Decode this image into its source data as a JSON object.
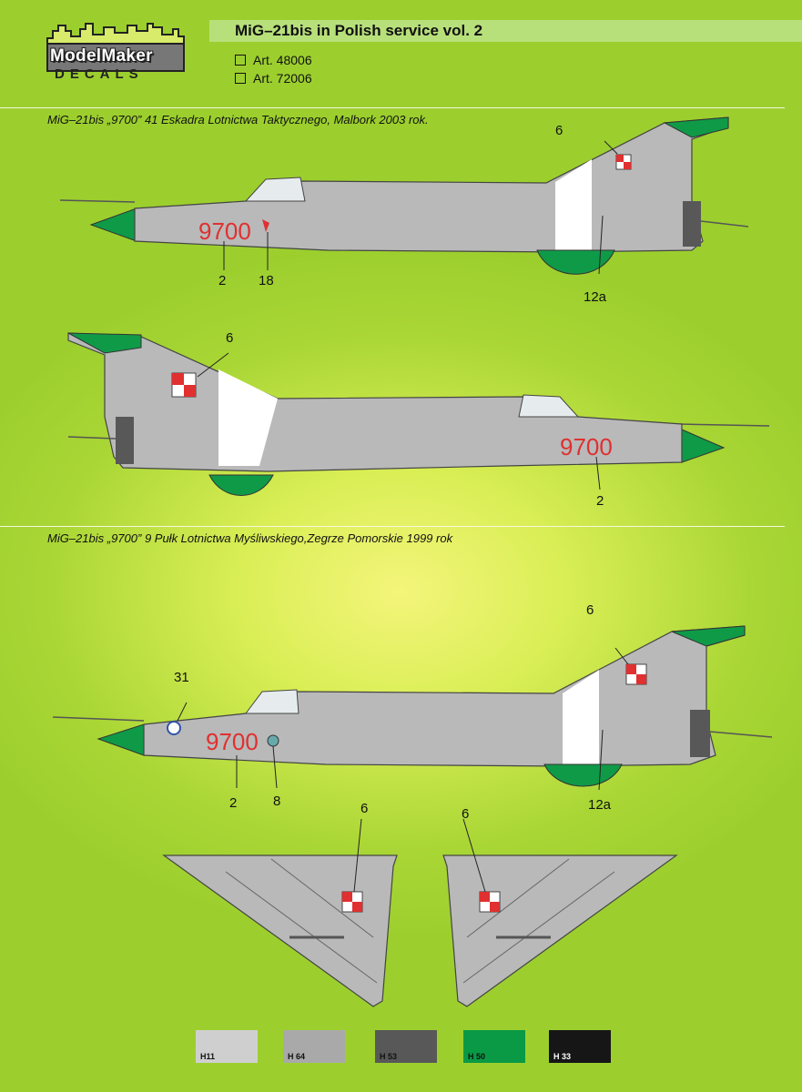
{
  "header": {
    "title": "MiG–21bis in Polish service vol. 2",
    "articles": [
      "Art. 48006",
      "Art. 72006"
    ]
  },
  "logo": {
    "line1": "ModelMaker",
    "line2": "DECALS"
  },
  "sections": [
    {
      "label": "MiG–21bis „9700” 41 Eskadra Lotnictwa Taktycznego, Malbork 2003 rok."
    },
    {
      "label": "MiG–21bis „9700” 9 Pułk Lotnictwa Myśliwskiego,Zegrze Pomorskie 1999 rok"
    }
  ],
  "aircraft": {
    "serial": "9700"
  },
  "callouts": {
    "p1_6": "6",
    "p1_2": "2",
    "p1_18": "18",
    "p1_12a": "12a",
    "p2_6": "6",
    "p2_2": "2",
    "p3_6": "6",
    "p3_31": "31",
    "p3_2": "2",
    "p3_8": "8",
    "p3_12a": "12a",
    "w1_6": "6",
    "w2_6": "6"
  },
  "colors": {
    "background": "#a9d635",
    "title_bar": "#b8e07a",
    "aircraft_grey": "#b9b9b9",
    "marking_red": "#e03030",
    "accent_green": "#0f9a48"
  },
  "paint_chips": [
    {
      "code": "H11",
      "color": "#cfcfcf"
    },
    {
      "code": "H 64",
      "color": "#a9a9a9"
    },
    {
      "code": "H 53",
      "color": "#585858"
    },
    {
      "code": "H 50",
      "color": "#0a9a46"
    },
    {
      "code": "H 33",
      "color": "#161616"
    }
  ]
}
